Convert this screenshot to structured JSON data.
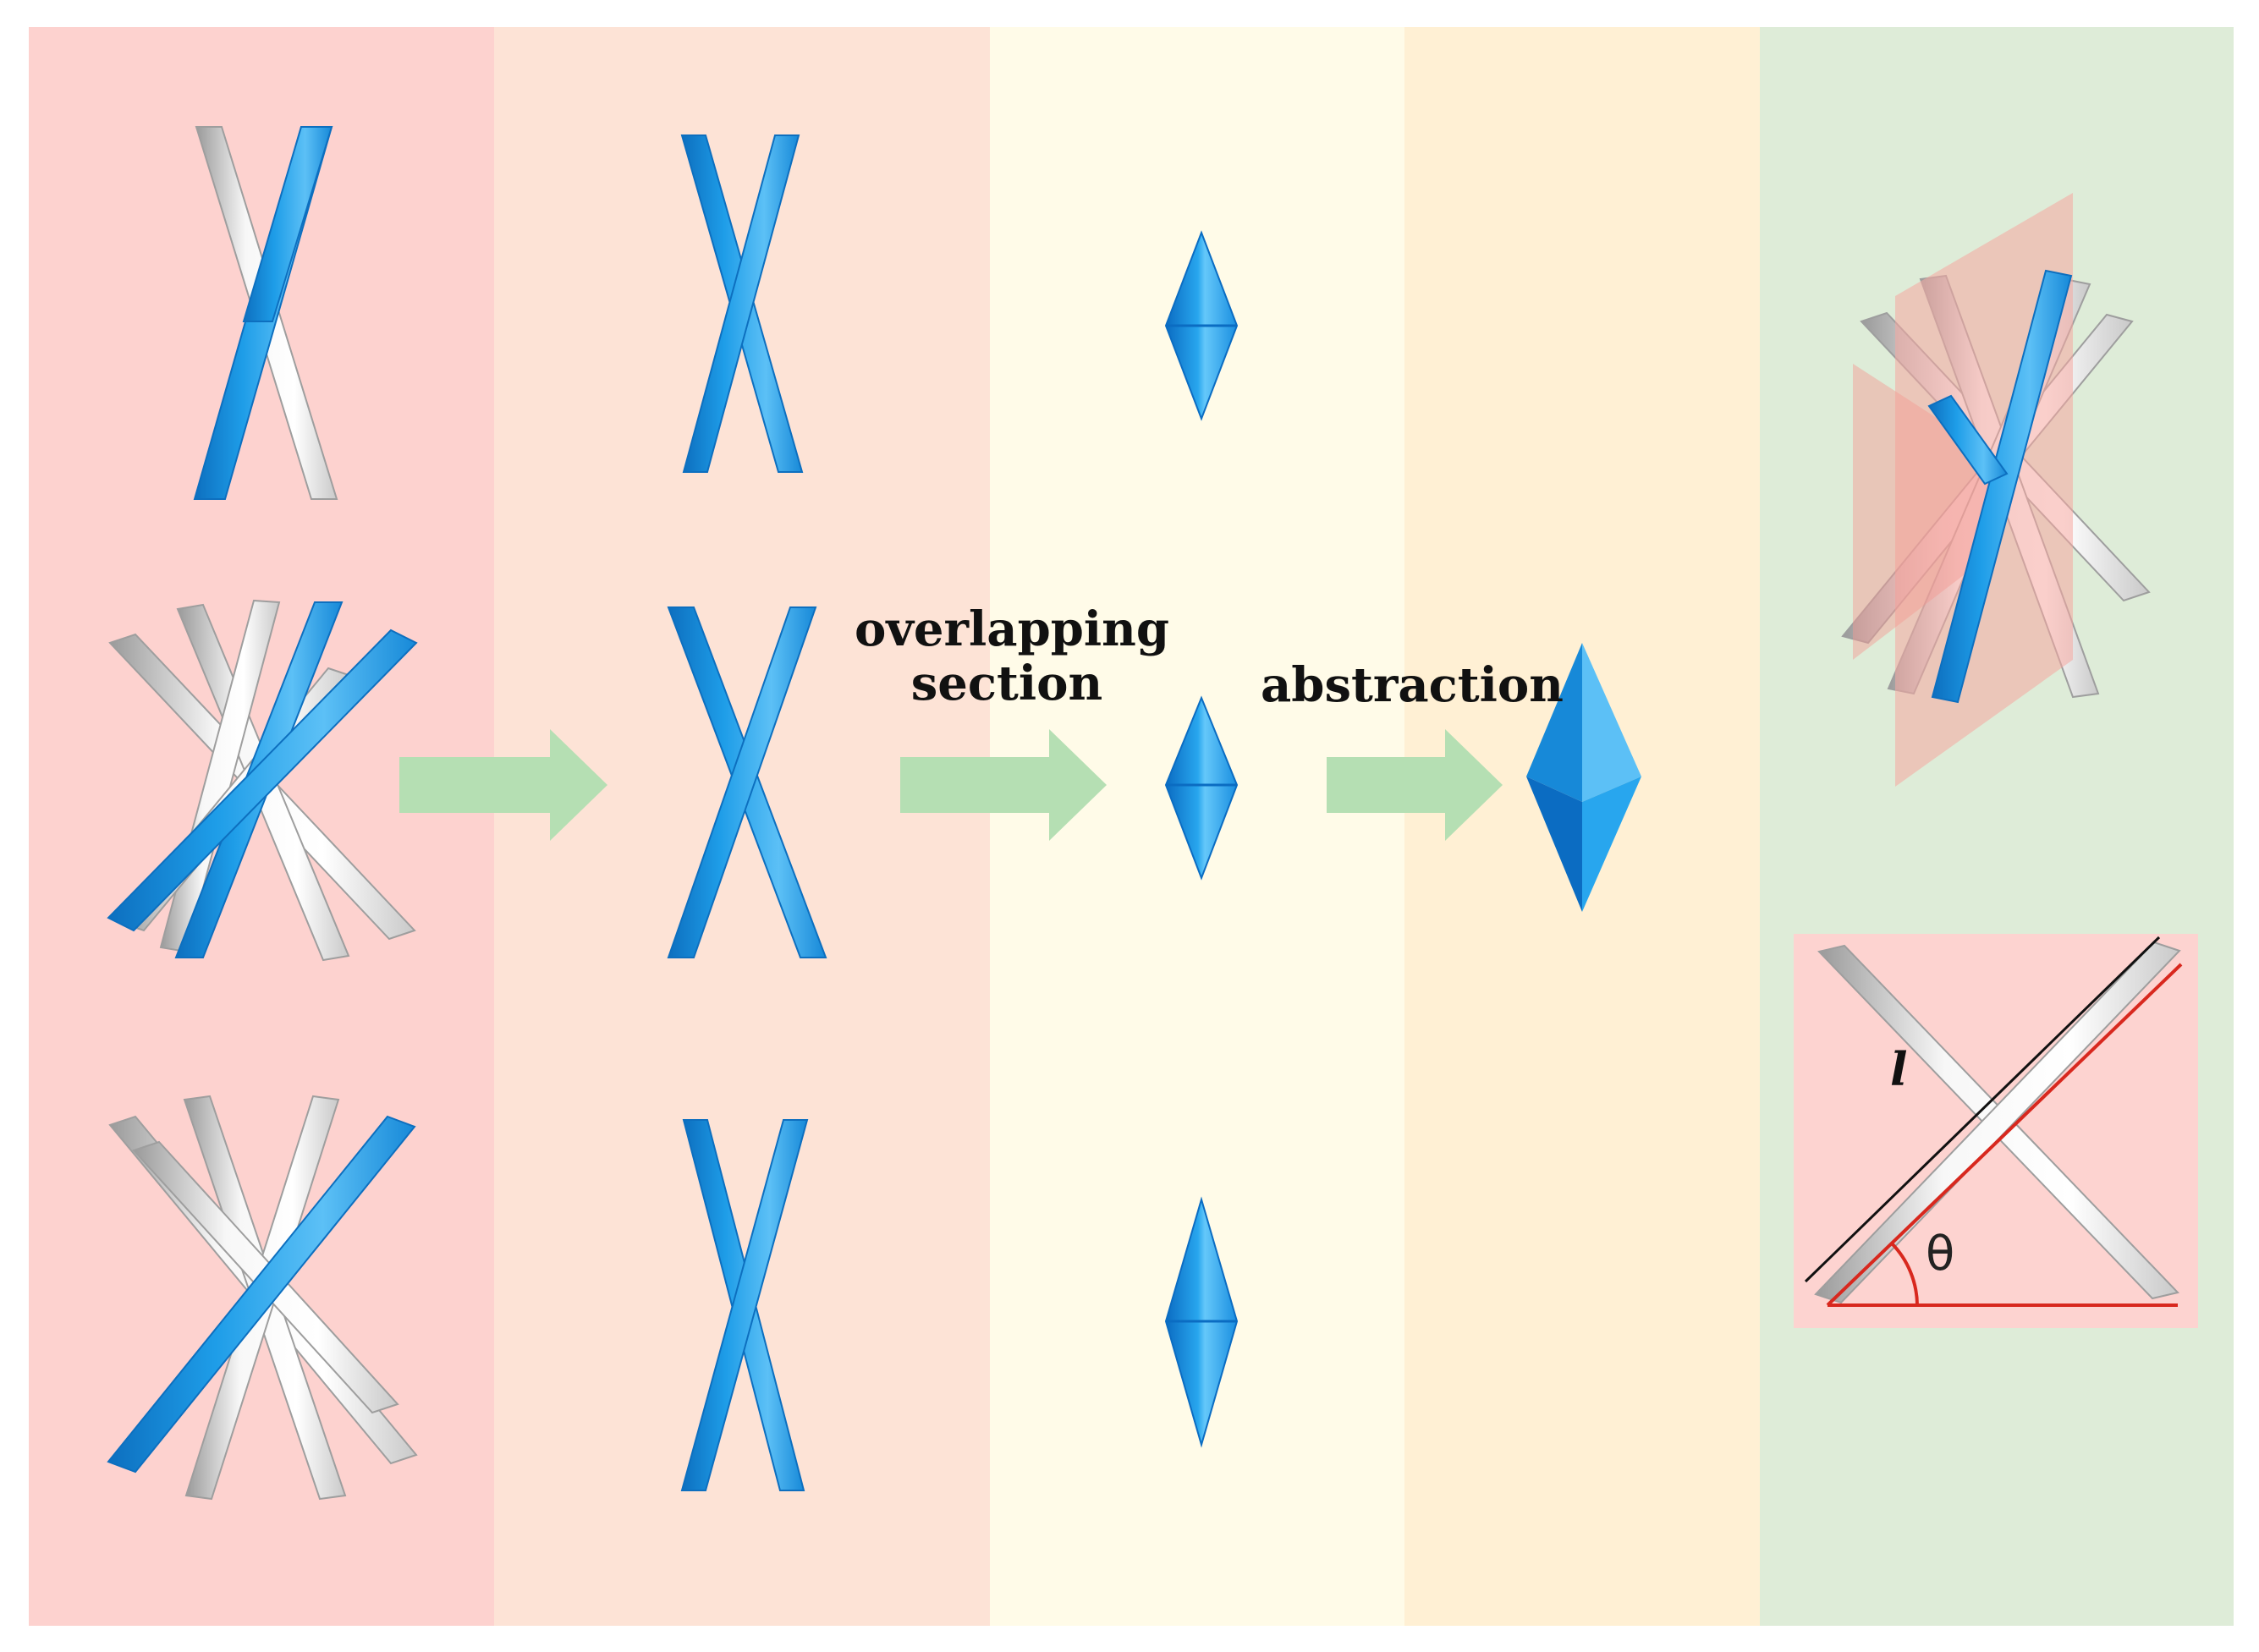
{
  "labels": {
    "overlapping_line1": "overlapping",
    "overlapping_line2": "section",
    "abstraction": "abstraction",
    "length_symbol": "l",
    "angle_symbol": "θ"
  },
  "colors": {
    "band1": "#fdd2cf",
    "band2": "#fde3d6",
    "band3": "#fffbe8",
    "band4": "#fff0d4",
    "band5": "#deecd8",
    "rod_blue": "#1e9de8",
    "rod_blue_dark": "#0d6fbf",
    "rod_blue_light": "#8fd3fb",
    "rod_white": "#f2f2f2",
    "rod_grey": "#bdbdbd",
    "arrow": "#b5dfb3",
    "plane": "#f5a8a0",
    "inset_bg": "#fdd3d0",
    "red_line": "#d8281e"
  }
}
